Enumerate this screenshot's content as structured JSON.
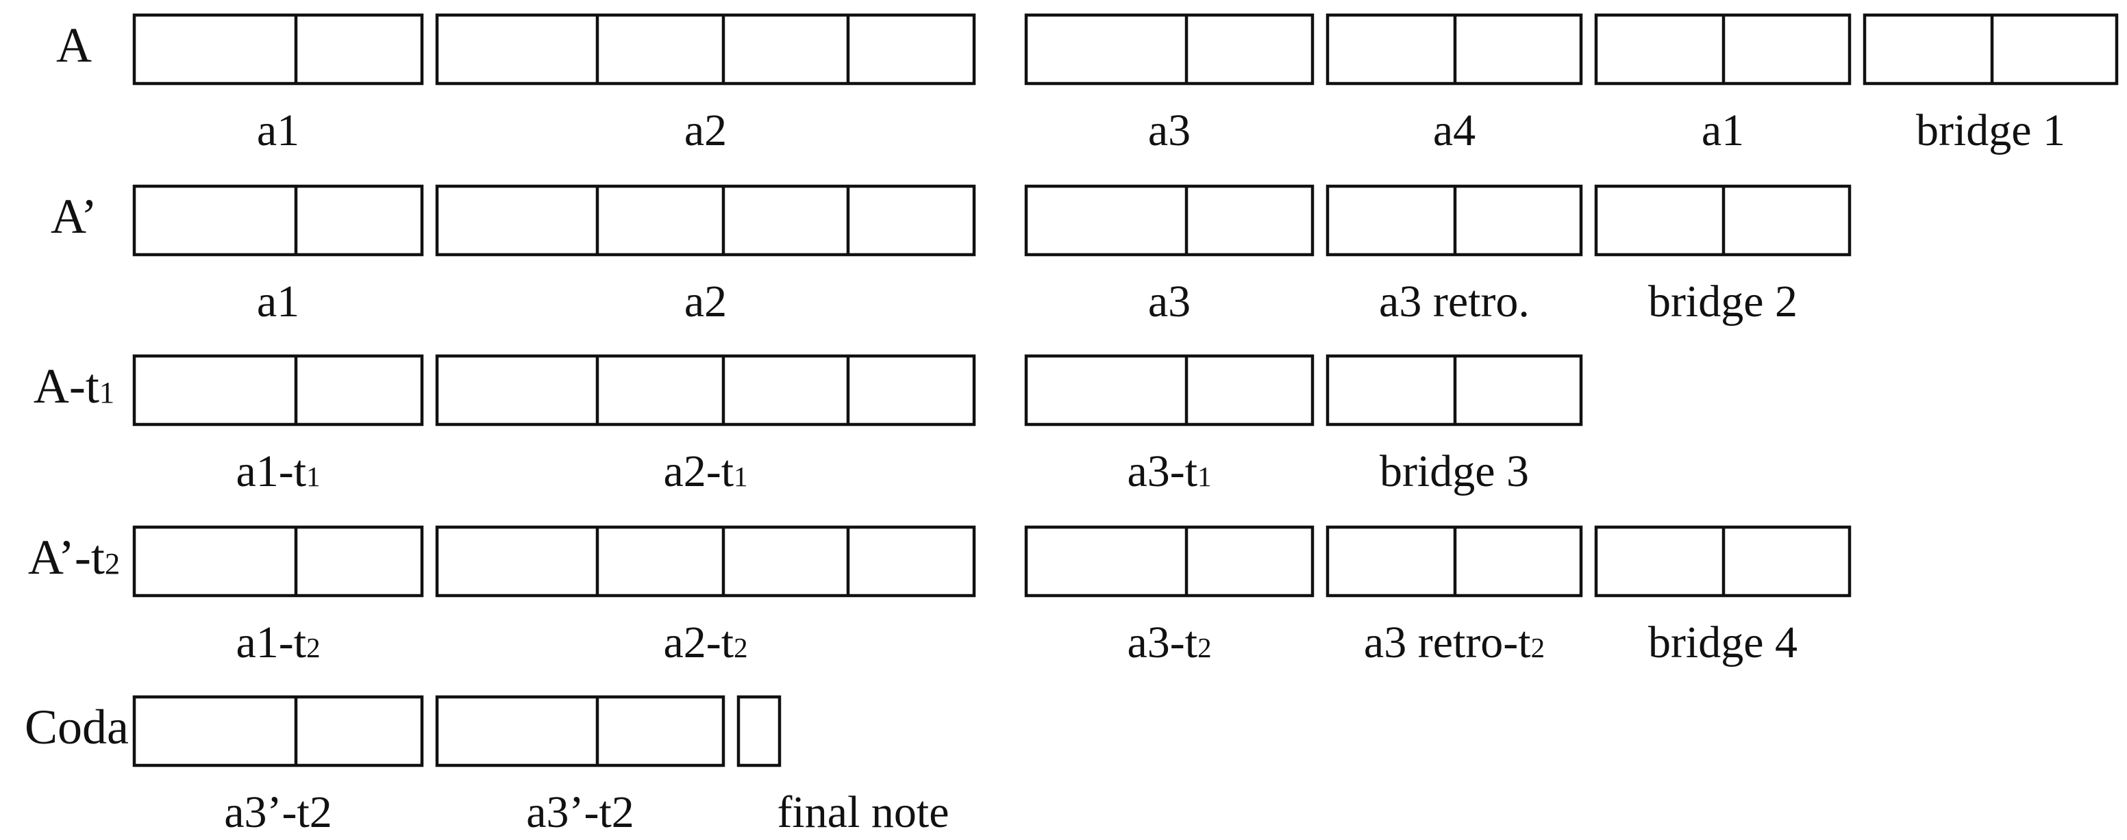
{
  "title": "",
  "rows": [
    {
      "label": "A",
      "label_base": "A",
      "label_sub": "",
      "segments": [
        {
          "label": "a1",
          "label_base": "a1",
          "label_sub": "",
          "cells": 2
        },
        {
          "label": "a2",
          "label_base": "a2",
          "label_sub": "",
          "cells": 4
        },
        {
          "label": "a3",
          "label_base": "a3",
          "label_sub": "",
          "cells": 2
        },
        {
          "label": "a4",
          "label_base": "a4",
          "label_sub": "",
          "cells": 2
        },
        {
          "label": "a1",
          "label_base": "a1",
          "label_sub": "",
          "cells": 2
        },
        {
          "label": "bridge 1",
          "label_base": "bridge 1",
          "label_sub": "",
          "cells": 2
        }
      ]
    },
    {
      "label": "A’",
      "label_base": "A’",
      "label_sub": "",
      "segments": [
        {
          "label": "a1",
          "label_base": "a1",
          "label_sub": "",
          "cells": 2
        },
        {
          "label": "a2",
          "label_base": "a2",
          "label_sub": "",
          "cells": 4
        },
        {
          "label": "a3",
          "label_base": "a3",
          "label_sub": "",
          "cells": 2
        },
        {
          "label": "a3 retro.",
          "label_base": "a3 retro.",
          "label_sub": "",
          "cells": 2
        },
        {
          "label": "bridge 2",
          "label_base": "bridge 2",
          "label_sub": "",
          "cells": 2
        }
      ]
    },
    {
      "label": "A-t1",
      "label_base": "A-t",
      "label_sub": "1",
      "segments": [
        {
          "label": "a1-t1",
          "label_base": "a1-t",
          "label_sub": "1",
          "cells": 2
        },
        {
          "label": "a2-t1",
          "label_base": "a2-t",
          "label_sub": "1",
          "cells": 4
        },
        {
          "label": "a3-t1",
          "label_base": "a3-t",
          "label_sub": "1",
          "cells": 2
        },
        {
          "label": "bridge 3",
          "label_base": "bridge 3",
          "label_sub": "",
          "cells": 2
        }
      ]
    },
    {
      "label": "A’-t2",
      "label_base": "A’-t",
      "label_sub": "2",
      "segments": [
        {
          "label": "a1-t2",
          "label_base": "a1-t",
          "label_sub": "2",
          "cells": 2
        },
        {
          "label": "a2-t2",
          "label_base": "a2-t",
          "label_sub": "2",
          "cells": 4
        },
        {
          "label": "a3-t2",
          "label_base": "a3-t",
          "label_sub": "2",
          "cells": 2
        },
        {
          "label": "a3 retro-t2",
          "label_base": "a3 retro-t",
          "label_sub": "2",
          "cells": 2
        },
        {
          "label": "bridge 4",
          "label_base": "bridge 4",
          "label_sub": "",
          "cells": 2
        }
      ]
    },
    {
      "label": "Coda",
      "label_base": "Coda",
      "label_sub": "",
      "segments": [
        {
          "label": "a3’-t2",
          "label_base": "a3’-t2",
          "label_sub": "",
          "cells": 2
        },
        {
          "label": "a3’-t2",
          "label_base": "a3’-t2",
          "label_sub": "",
          "cells": 2
        },
        {
          "label": "final note",
          "label_base": "final note",
          "label_sub": "",
          "cells": 1
        }
      ]
    }
  ]
}
